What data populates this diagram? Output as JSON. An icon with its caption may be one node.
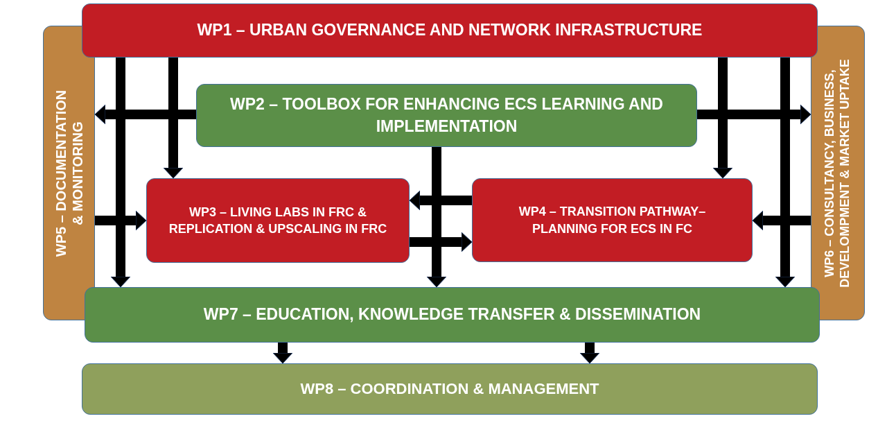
{
  "diagram": {
    "nodes": [
      {
        "text": [
          "WP1 – URBAN GOVERNANCE AND NETWORK INFRASTRUCTURE"
        ]
      },
      {
        "text": [
          "WP5 – DOCUMENTATION & MONITORING"
        ]
      },
      {
        "text": [
          "WP6 – CONSULTANCY, BUSINESS, DEVELOMPMENT & MARKET UPTAKE"
        ]
      },
      {
        "text": [
          "WP2 – TOOLBOX FOR ENHANCING ECS LEARNING AND IMPLEMENTATION"
        ]
      },
      {
        "text": [
          "WP3 – LIVING LABS IN FRC & REPLICATION & UPSCALING IN FRC"
        ]
      },
      {
        "text": [
          "WP4 – TRANSITION PATHWAY– PLANNING FOR ECS IN FC"
        ]
      },
      {
        "text": [
          "WP7 – EDUCATION, KNOWLEDGE TRANSFER & DISSEMINATION"
        ]
      },
      {
        "text": [
          "WP8 – COORDINATION & MANAGEMENT"
        ]
      }
    ],
    "edges": [
      {
        "from": 0,
        "to": 6,
        "arrow": "to"
      },
      {
        "from": 0,
        "to": 4,
        "arrow": "to"
      },
      {
        "from": 3,
        "to": 1,
        "arrow": "to"
      },
      {
        "from": 3,
        "to": 2,
        "arrow": "to"
      },
      {
        "from": 0,
        "to": 5,
        "arrow": "to"
      },
      {
        "from": 0,
        "to": 6,
        "arrow": "to"
      },
      {
        "from": 1,
        "to": 4,
        "arrow": "to"
      },
      {
        "from": 5,
        "to": 4,
        "arrow": "to"
      },
      {
        "from": 4,
        "to": 5,
        "arrow": "to"
      },
      {
        "from": 3,
        "to": 6,
        "arrow": "to"
      },
      {
        "from": 2,
        "to": 5,
        "arrow": "to"
      },
      {
        "from": 6,
        "to": 7,
        "arrow": "to"
      },
      {
        "from": 6,
        "to": 7,
        "arrow": "to"
      }
    ]
  }
}
